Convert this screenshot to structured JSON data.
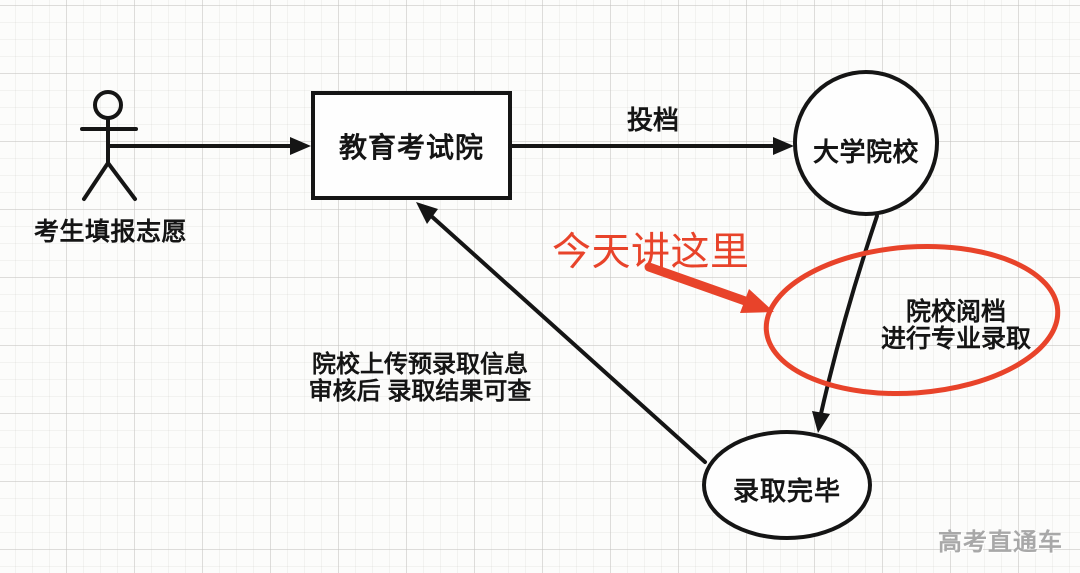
{
  "colors": {
    "ink": "#151515",
    "accent_red": "#e8432a",
    "watermark_gray": "#a8a8a8"
  },
  "nodes": {
    "actor_label": "考生填报志愿",
    "exam_office": "教育考试院",
    "university": "大学院校",
    "admission_done": "录取完毕"
  },
  "edges": {
    "toudang": "投档",
    "upload_line1": "院校上传预录取信息",
    "upload_line2": "审核后 录取结果可查"
  },
  "annotation": {
    "note": "今天讲这里",
    "ellipse_line1": "院校阅档",
    "ellipse_line2": "进行专业录取"
  },
  "watermark": "高考直通车"
}
